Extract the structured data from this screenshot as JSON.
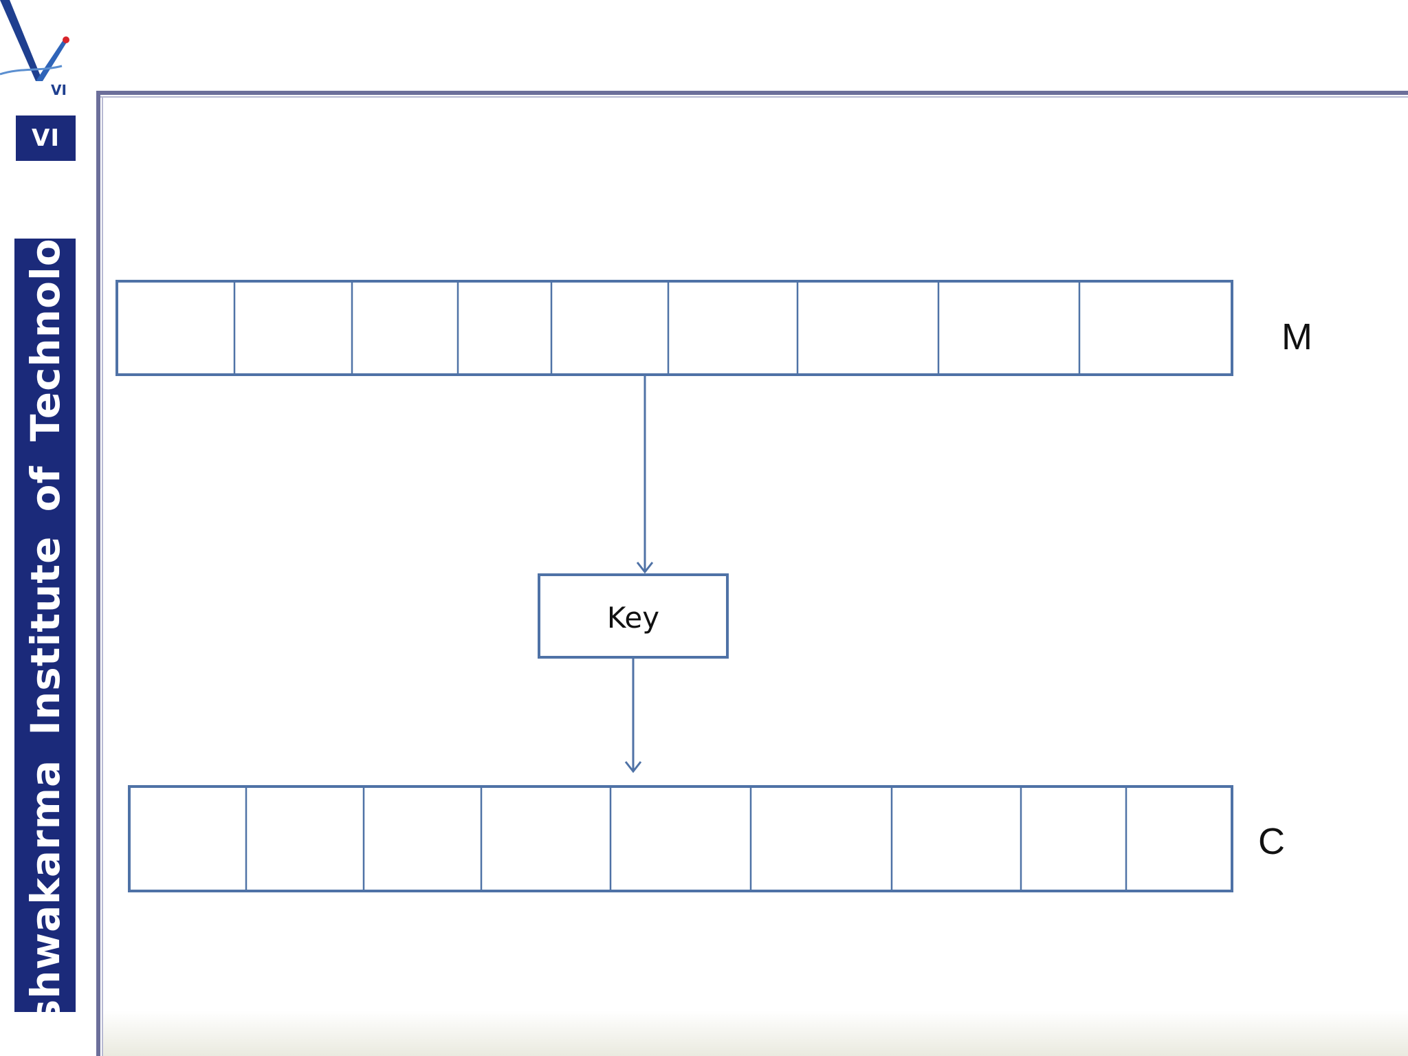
{
  "logo": {
    "mark_text": "VI",
    "badge_text": "VI",
    "institute_name": "Vishwakarma Institute of Technology",
    "brand_color": "#1b2a7a",
    "accent_color": "#d8232a"
  },
  "diagram": {
    "stroke_color": "#4f72a6",
    "message_block": {
      "label": "M",
      "cells": 9
    },
    "key_box": {
      "label": "Key"
    },
    "cipher_block": {
      "label": "C",
      "cells": 9
    }
  }
}
